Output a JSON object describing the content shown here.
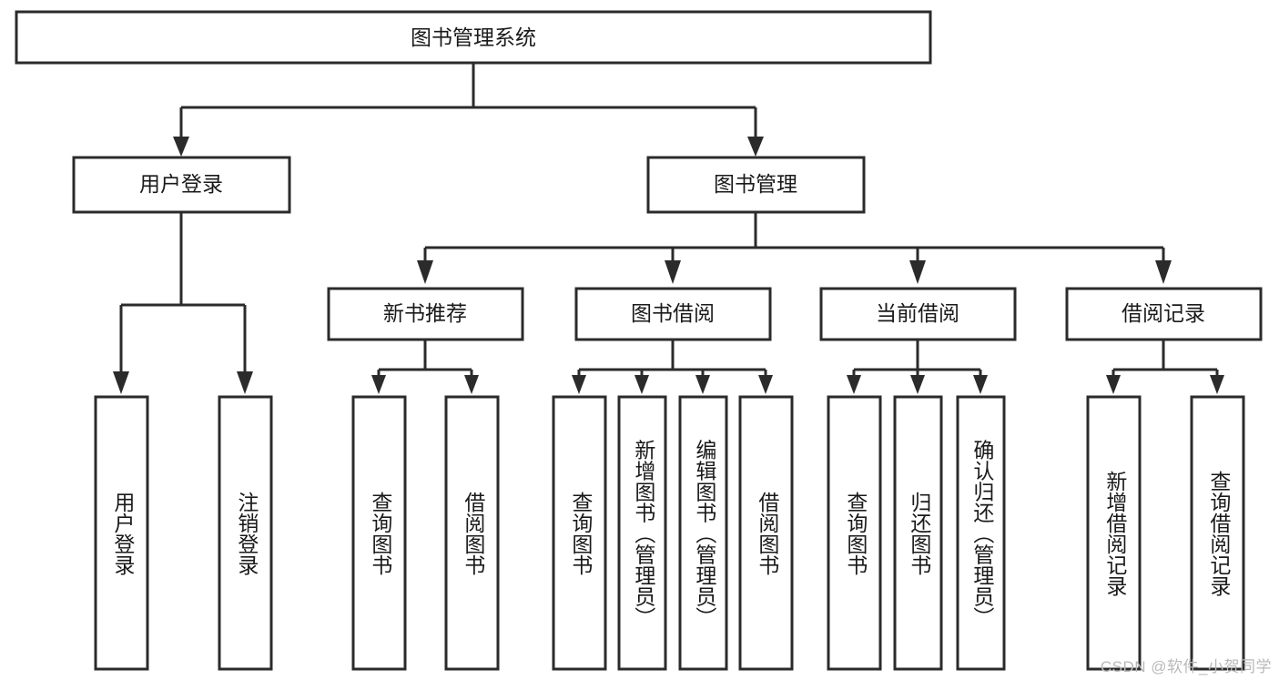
{
  "diagram": {
    "type": "tree-hierarchy",
    "title": "图书管理系统",
    "watermark": "CSDN @软件_小贺同学",
    "colors": {
      "stroke": "#2b2b2b",
      "fill": "#ffffff",
      "text": "#1a1a1a",
      "watermark": "#b9b9b9",
      "background": "#ffffff"
    },
    "levels": {
      "root": {
        "label": "图书管理系统"
      },
      "level2": [
        {
          "label": "用户登录"
        },
        {
          "label": "图书管理"
        }
      ],
      "level3": [
        {
          "label": "新书推荐"
        },
        {
          "label": "图书借阅"
        },
        {
          "label": "当前借阅"
        },
        {
          "label": "借阅记录"
        }
      ],
      "leaves": {
        "user_login": [
          {
            "label": "用户登录"
          },
          {
            "label": "注销登录"
          }
        ],
        "new_book_rec": [
          {
            "label": "查询图书"
          },
          {
            "label": "借阅图书"
          }
        ],
        "book_borrow": [
          {
            "label": "查询图书"
          },
          {
            "label": "新增图书（管理员）"
          },
          {
            "label": "编辑图书（管理员）"
          },
          {
            "label": "借阅图书"
          }
        ],
        "current_borrow": [
          {
            "label": "查询图书"
          },
          {
            "label": "归还图书"
          },
          {
            "label": "确认归还（管理员）"
          }
        ],
        "borrow_record": [
          {
            "label": "新增借阅记录"
          },
          {
            "label": "查询借阅记录"
          }
        ]
      }
    }
  }
}
